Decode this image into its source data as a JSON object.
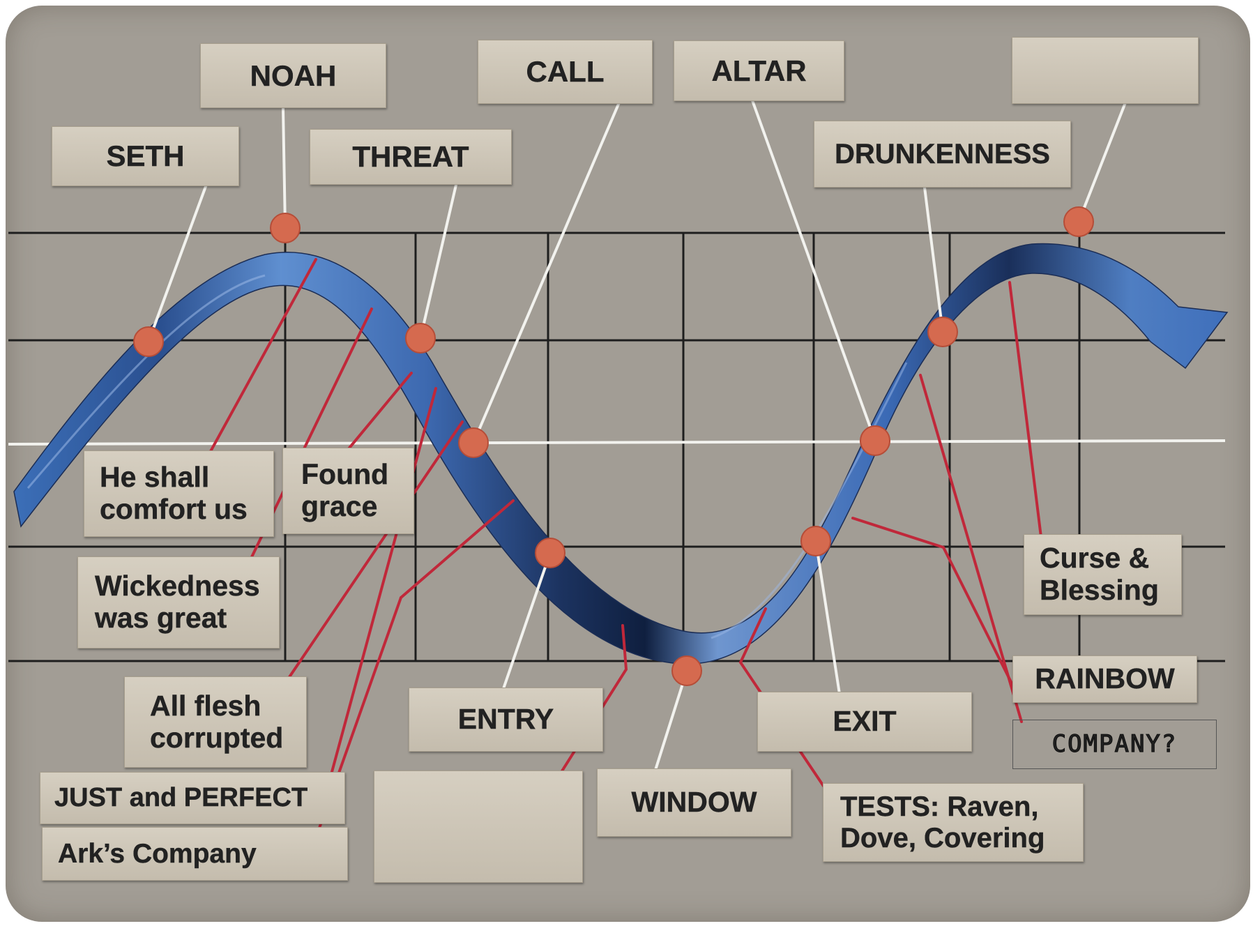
{
  "colors": {
    "board": "#a29d95",
    "card": "#d0c9bb",
    "wave_blue": "#3c6fb8",
    "wave_dark": "#0f1f3f",
    "red_line": "#c0283a",
    "dot": "#d56a4f",
    "white_line": "#f2f2ee",
    "grid": "#1e1e1e"
  },
  "labels": {
    "seth": "SETH",
    "noah": "NOAH",
    "threat": "THREAT",
    "call": "CALL",
    "altar": "ALTAR",
    "blank_top": "",
    "drunkenness": "DRUNKENNESS",
    "he_shall": "He shall\ncomfort us",
    "found_grace": "Found\ngrace",
    "wickedness": "Wickedness\nwas great",
    "all_flesh": "All flesh\ncorrupted",
    "just_perfect": "JUST and PERFECT",
    "arks_company": "Ark’s Company",
    "entry": "ENTRY",
    "blank_bottom": "",
    "window": "WINDOW",
    "exit": "EXIT",
    "tests": "TESTS: Raven,\nDove, Covering",
    "curse_blessing": "Curse &\nBlessing",
    "rainbow": "RAINBOW",
    "company": "COMPANY?"
  }
}
